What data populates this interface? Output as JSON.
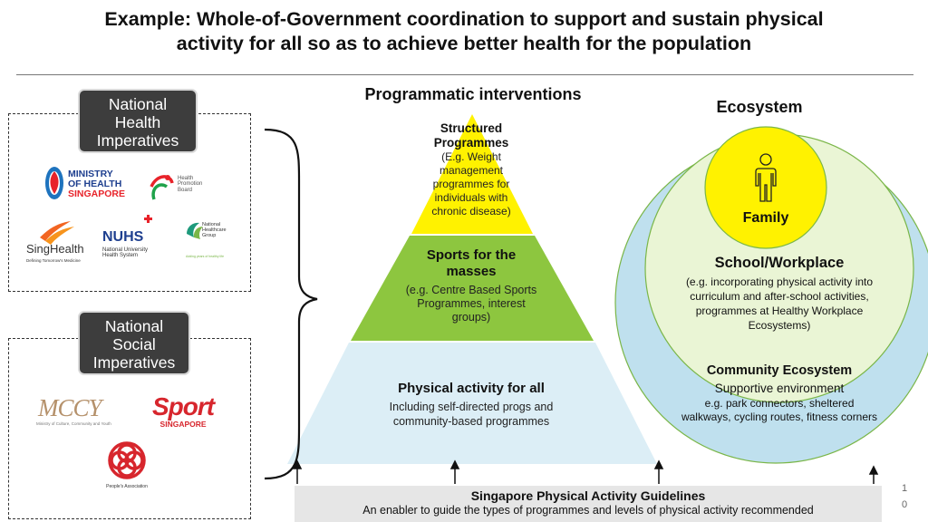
{
  "title": {
    "line1": "Example: Whole-of-Government coordination to support and sustain physical",
    "line2": "activity for all so as to achieve better health for the population"
  },
  "health_imperatives": {
    "label_lines": [
      "National",
      "Health",
      "Imperatives"
    ],
    "logos": {
      "moh": {
        "line1": "MINISTRY",
        "line2": "OF HEALTH",
        "line3": "SINGAPORE"
      },
      "hpb": {
        "line1": "Health",
        "line2": "Promotion",
        "line3": "Board"
      },
      "singhealth": {
        "name": "SingHealth",
        "tagline": "Defining Tomorrow's Medicine"
      },
      "nuhs": {
        "name": "NUHS",
        "line2": "National University",
        "line3": "Health System"
      },
      "nhg": {
        "line1": "National",
        "line2": "Healthcare",
        "line3": "Group",
        "tagline": "Adding years of healthy life"
      }
    }
  },
  "social_imperatives": {
    "label_lines": [
      "National",
      "Social",
      "Imperatives"
    ],
    "logos": {
      "mccy": {
        "name": "MCCY",
        "tagline": "Ministry of Culture, Community and Youth"
      },
      "sport": {
        "name": "Sport",
        "line2": "SINGAPORE"
      },
      "pa": {
        "name": "People's Association"
      }
    }
  },
  "programmatic": {
    "heading": "Programmatic interventions",
    "top": {
      "title_lines": [
        "Structured",
        "Programmes"
      ],
      "body_lines": [
        "(E.g. Weight",
        "management",
        "programmes for",
        "individuals with",
        "chronic disease)"
      ]
    },
    "middle": {
      "title_lines": [
        "Sports for the",
        "masses"
      ],
      "body_lines": [
        "(e.g. Centre Based Sports",
        "Programmes, interest",
        "groups)"
      ]
    },
    "bottom": {
      "title": "Physical activity for all",
      "body_lines": [
        "Including self-directed progs and",
        "community-based programmes"
      ]
    },
    "colors": {
      "top": "#fff200",
      "middle": "#8dc63f",
      "bottom": "#dceef6"
    }
  },
  "ecosystem": {
    "heading": "Ecosystem",
    "family": "Family",
    "school": {
      "title": "School/Workplace",
      "body_lines": [
        "(e.g. incorporating physical activity into",
        "curriculum and after-school activities,",
        "programmes at Healthy Workplace",
        "Ecosystems)"
      ]
    },
    "community": {
      "title": "Community Ecosystem",
      "subtitle": "Supportive environment",
      "body_lines": [
        "e.g. park connectors, sheltered",
        "walkways, cycling routes, fitness corners"
      ]
    },
    "colors": {
      "outer": "#bfe0ee",
      "middle": "#eaf5d5",
      "inner": "#fff200",
      "stroke": "#7ab648"
    }
  },
  "guidelines": {
    "title": "Singapore Physical Activity Guidelines",
    "subtitle": "An enabler to guide the types of programmes and levels of physical activity recommended"
  },
  "page_number": {
    "d1": "1",
    "d2": "0"
  }
}
